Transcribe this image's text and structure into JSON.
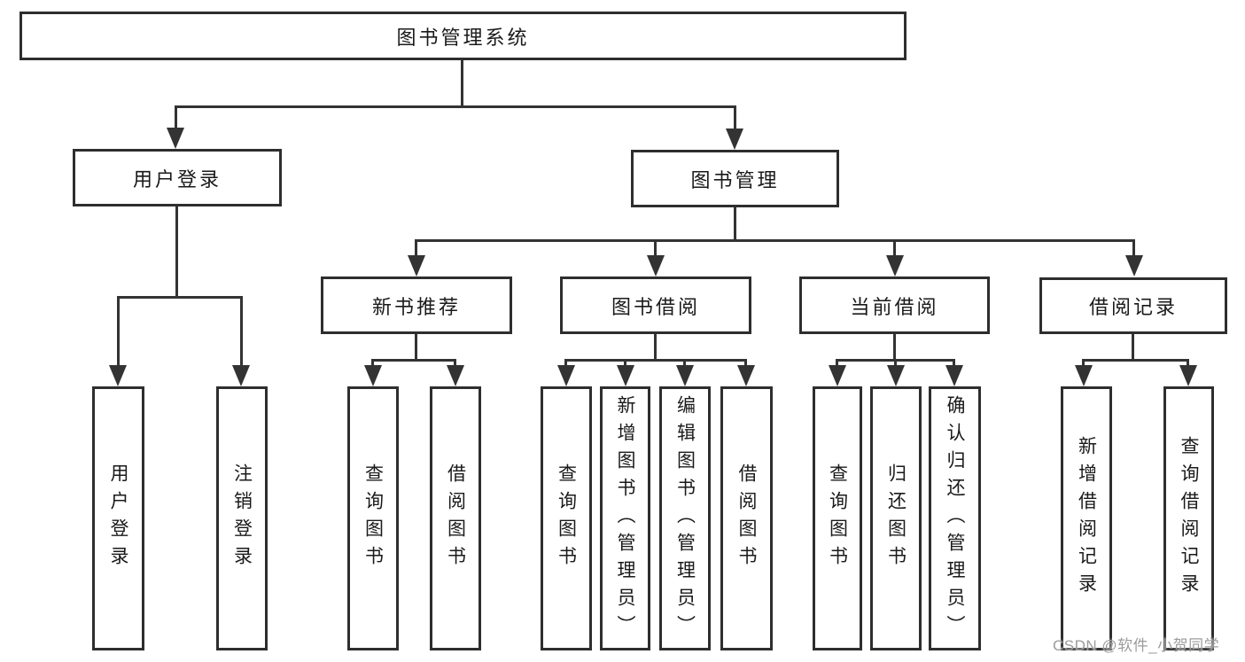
{
  "root": {
    "label": "图书管理系统"
  },
  "level1": [
    {
      "label": "用户登录",
      "children": [
        {
          "label": "用户登录"
        },
        {
          "label": "注销登录"
        }
      ]
    },
    {
      "label": "图书管理",
      "children": [
        {
          "label": "新书推荐",
          "children": [
            {
              "label": "查询图书"
            },
            {
              "label": "借阅图书"
            }
          ]
        },
        {
          "label": "图书借阅",
          "children": [
            {
              "label": "查询图书"
            },
            {
              "label": "新增图书（管理员）"
            },
            {
              "label": "编辑图书（管理员）"
            },
            {
              "label": "借阅图书"
            }
          ]
        },
        {
          "label": "当前借阅",
          "children": [
            {
              "label": "查询图书"
            },
            {
              "label": "归还图书"
            },
            {
              "label": "确认归还（管理员）"
            }
          ]
        },
        {
          "label": "借阅记录",
          "children": [
            {
              "label": "新增借阅记录"
            },
            {
              "label": "查询借阅记录"
            }
          ]
        }
      ]
    }
  ],
  "watermark": {
    "text": "CSDN @软件_小贺同学"
  },
  "colors": {
    "line": "#333333",
    "border": "#2e2e2e",
    "text": "#1a1a1a",
    "watermark": "#9c9c9c",
    "background": "#ffffff"
  }
}
